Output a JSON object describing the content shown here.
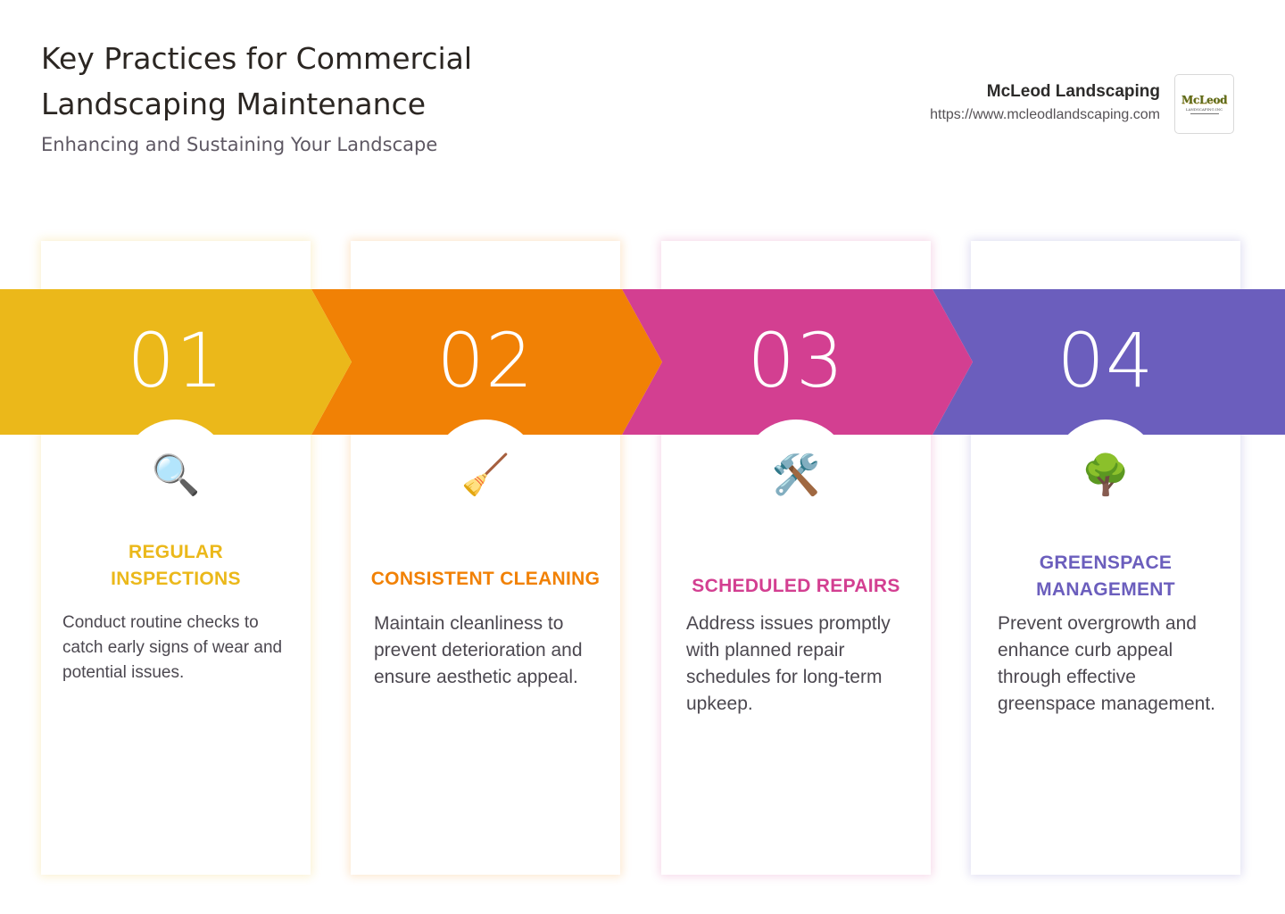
{
  "header": {
    "title": "Key Practices for Commercial Landscaping Maintenance",
    "subtitle": "Enhancing and Sustaining Your Landscape"
  },
  "brand": {
    "name": "McLeod Landscaping",
    "url": "https://www.mcleodlandscaping.com",
    "logo_text": "McLeod",
    "logo_subtext": "LANDSCAPING INC"
  },
  "steps": [
    {
      "number": "01",
      "icon": "magnifying-glass-icon",
      "glyph": "🔍",
      "title": "REGULAR INSPECTIONS",
      "text": "Conduct routine checks to catch early signs of wear and potential issues.",
      "color": "#EBB81A"
    },
    {
      "number": "02",
      "icon": "broom-icon",
      "glyph": "🧹",
      "title": "CONSISTENT CLEANING",
      "text": "Maintain cleanliness to prevent deterioration and ensure aesthetic appeal.",
      "color": "#F18105"
    },
    {
      "number": "03",
      "icon": "hammer-and-wrench-icon",
      "glyph": "🛠️",
      "title": "SCHEDULED REPAIRS",
      "text": "Address issues promptly with planned repair schedules for long-term upkeep.",
      "color": "#D33F91"
    },
    {
      "number": "04",
      "icon": "tree-icon",
      "glyph": "🌳",
      "title": "GREENSPACE MANAGEMENT",
      "text": "Prevent overgrowth and enhance curb appeal through effective greenspace management.",
      "color": "#6B5EBD"
    }
  ]
}
